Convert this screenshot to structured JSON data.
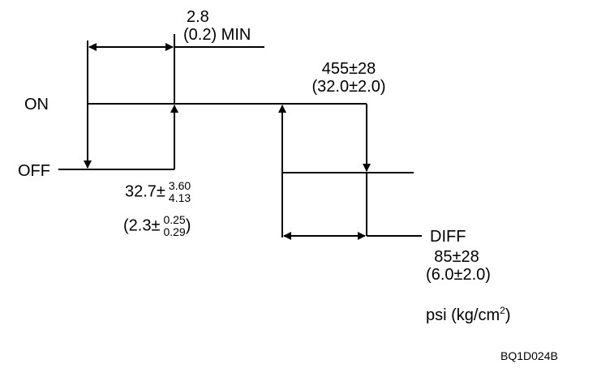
{
  "labels": {
    "on": "ON",
    "off": "OFF",
    "diff": "DIFF",
    "code": "BQ1D024B"
  },
  "min_gap": {
    "value_psi": "2.8",
    "value_kg": "(0.2) MIN"
  },
  "on_pressure": {
    "psi": "455±28",
    "kg": "(32.0±2.0)"
  },
  "off_pressure": {
    "psi_base": "32.7±",
    "psi_upper": "3.60",
    "psi_lower": "4.13",
    "kg_open": "(2.3±",
    "kg_upper": "0.25",
    "kg_lower": "0.29",
    "kg_close": ")"
  },
  "diff_value": {
    "psi": "85±28",
    "kg": "(6.0±2.0)"
  },
  "unit": {
    "base": "psi (kg/cm",
    "sup": "2",
    "close": ")"
  }
}
